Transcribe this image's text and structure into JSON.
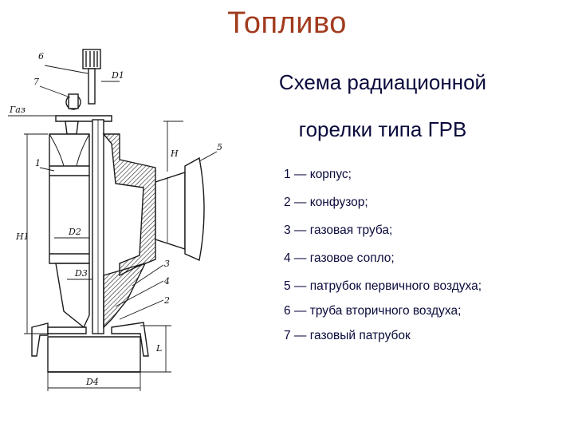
{
  "title": "Топливо",
  "subtitle_line1": "Схема радиационной",
  "subtitle_line2": "горелки типа ГРВ",
  "legend": [
    "1 — корпус;",
    "2 — конфузор;",
    "3 — газовая труба;",
    "4 — газовое сопло;",
    "5 — патрубок первичного воздуха;",
    "6 — труба вторичного воздуха;",
    "7 — газовый патрубок"
  ],
  "drawing_labels": {
    "gas": "Газ",
    "n1": "1",
    "n2": "2",
    "n3": "3",
    "n4": "4",
    "n5": "5",
    "n6": "6",
    "n7": "7",
    "d1": "D1",
    "d2": "D2",
    "d3": "D3",
    "d4": "D4",
    "h": "H",
    "h1": "H1",
    "l": "L"
  }
}
